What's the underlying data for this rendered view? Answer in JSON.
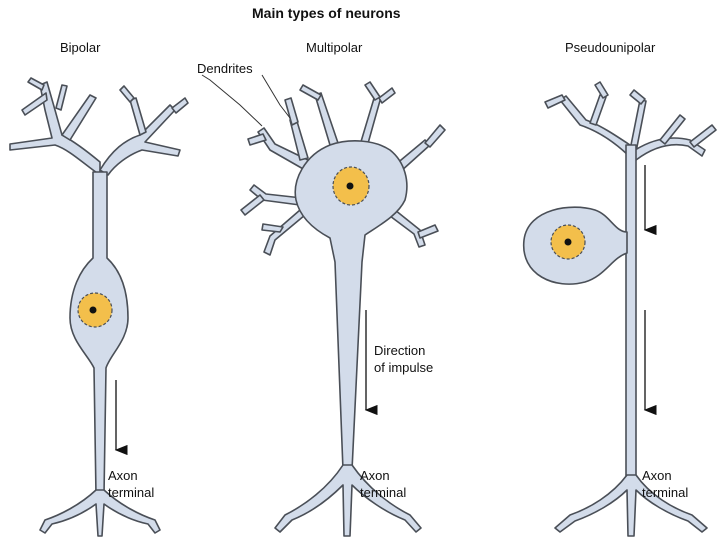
{
  "title": "Main types of neurons",
  "types": {
    "bipolar": "Bipolar",
    "multipolar": "Multipolar",
    "pseudounipolar": "Pseudounipolar"
  },
  "labels": {
    "dendrites": "Dendrites",
    "direction_line1": "Direction",
    "direction_line2": "of impulse",
    "axon_line1": "Axon",
    "axon_line2": "terminal"
  },
  "colors": {
    "cell_body": "#d3dcea",
    "nucleus": "#f3bf4b",
    "outline": "#4a4f57"
  }
}
